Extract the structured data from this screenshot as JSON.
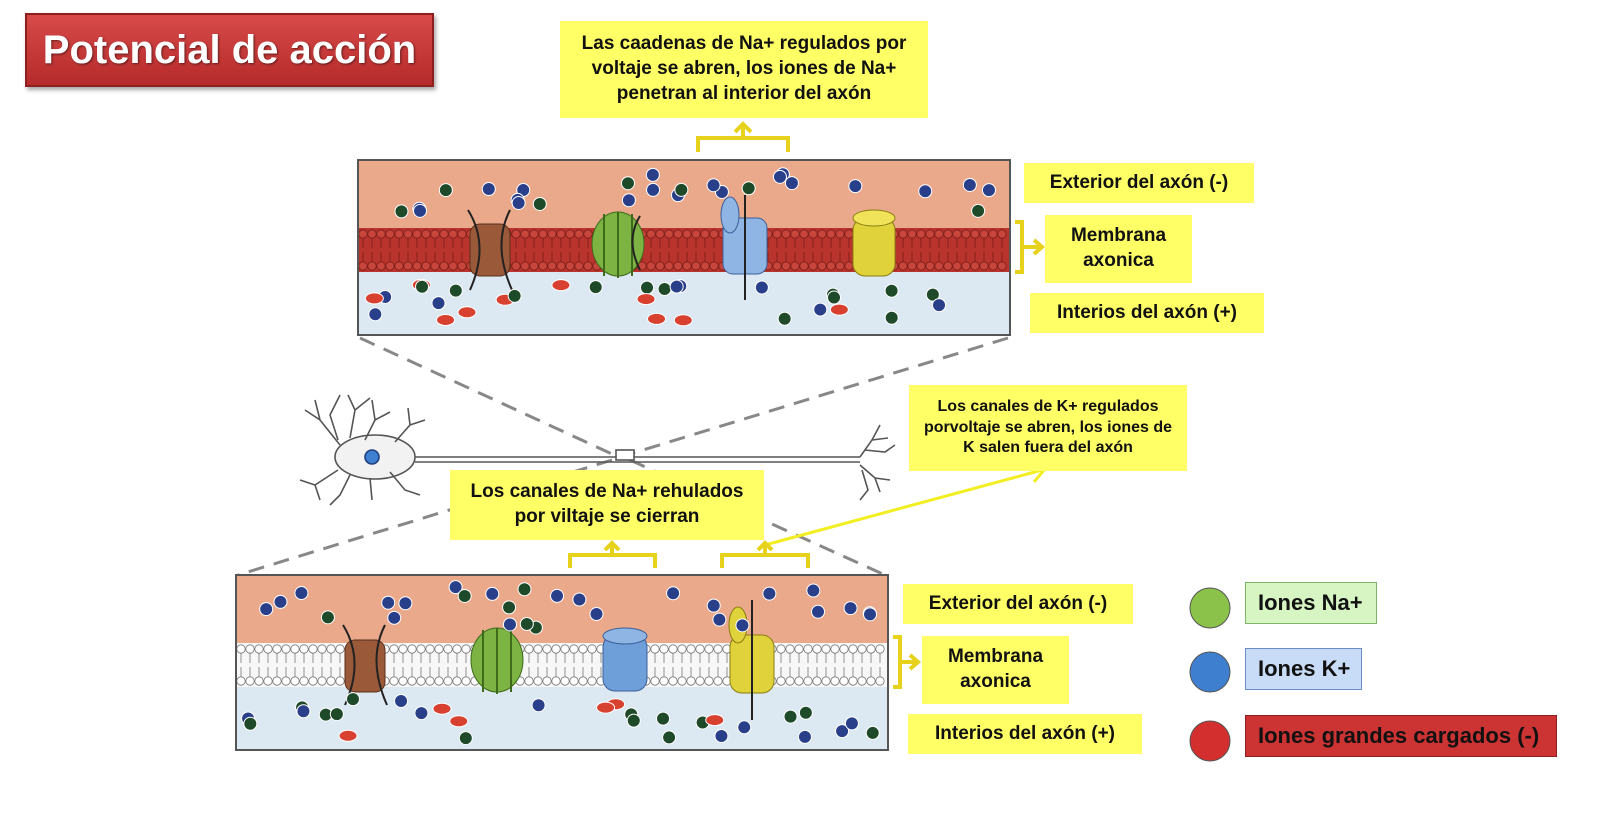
{
  "title": "Potencial de acción",
  "callouts": {
    "na_open": "Las caadenas de Na+ regulados por voltaje se abren, los iones de Na+ penetran al interior del axón",
    "k_open": "Los canales de K+ regulados porvoltaje se abren, los iones de K salen fuera del axón",
    "na_close": "Los canales de Na+ rehulados por viltaje se cierran"
  },
  "top_panel": {
    "exterior": "Exterior del axón (-)",
    "membrane": "Membrana axonica",
    "interior": "Interios del axón (+)"
  },
  "bottom_panel": {
    "exterior": "Exterior del axón (-)",
    "membrane": "Membrana axonica",
    "interior": "Interios del axón (+)"
  },
  "legend": [
    {
      "label": "Iones Na+",
      "dot_color": "#8bc34a",
      "box_color": "#d6f5c3"
    },
    {
      "label": "Iones K+",
      "dot_color": "#3f7fd0",
      "box_color": "#c8dcf7"
    },
    {
      "label": "Iones grandes cargados (-)",
      "dot_color": "#d32f2f",
      "box_color": "#cc3333"
    }
  ],
  "colors": {
    "exterior": "#e9a98a",
    "interior": "#dce8f2",
    "membrane_top": "#b8342c",
    "callout": "#ffff66",
    "na_channel": "#7cb342",
    "k_channel": "#6f9fd8",
    "pump": "#e0d23a",
    "leak": "#9a5a3a"
  }
}
